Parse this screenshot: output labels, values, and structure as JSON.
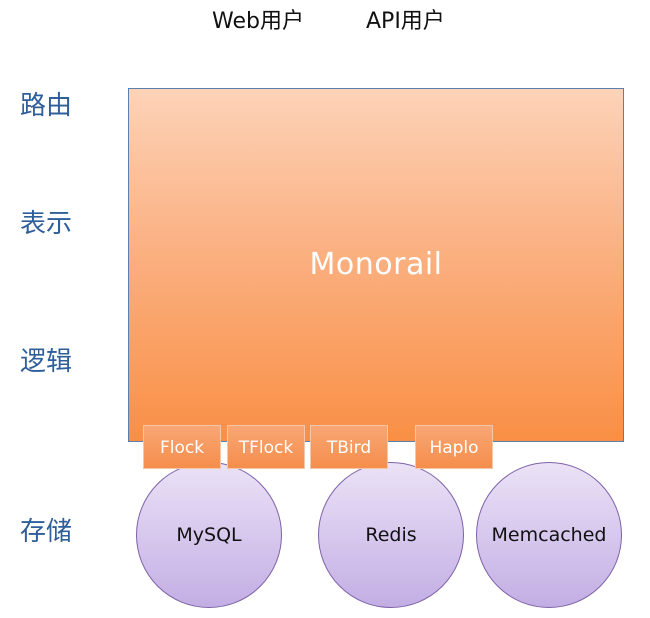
{
  "header": {
    "web_users": "Web用户",
    "api_users": "API用户"
  },
  "layers": {
    "routing": "路由",
    "presentation": "表示",
    "logic": "逻辑",
    "storage": "存储"
  },
  "app": {
    "title": "Monorail"
  },
  "adapters": [
    "Flock",
    "TFlock",
    "TBird",
    "Haplo"
  ],
  "stores": [
    "MySQL",
    "Redis",
    "Memcached"
  ],
  "colors": {
    "layer_label": "#2f5f9a",
    "monorail_top": "#fdd3b8",
    "monorail_bottom": "#f98f45",
    "store_fill": "#d3c3ec",
    "store_border": "#7f62a8"
  }
}
